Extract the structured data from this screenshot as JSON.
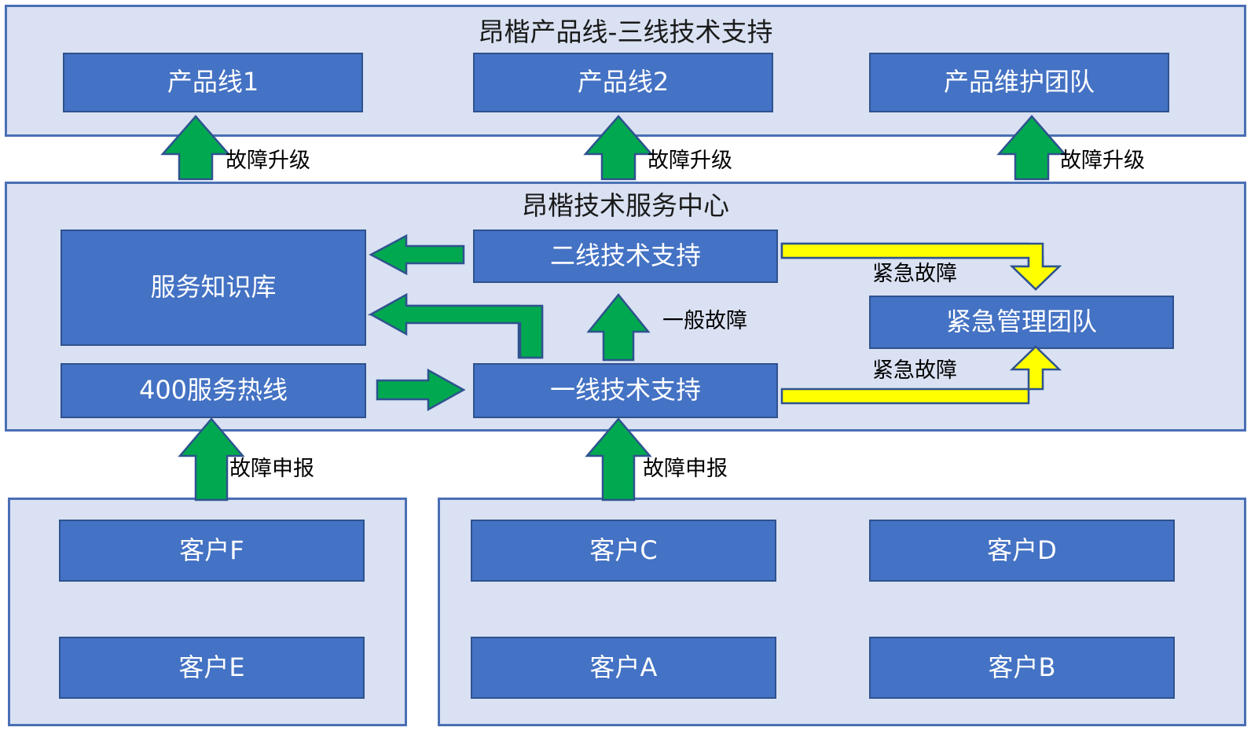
{
  "diagram": {
    "type": "org-flow-diagram",
    "background": "#FFFFFF",
    "colors": {
      "panel_fill": "#D9E1F2",
      "panel_border": "#4A6FB5",
      "node_fill": "#4472C4",
      "node_border": "#2F528F",
      "arrow_green": "#00A94F",
      "arrow_yellow": "#FFFF00",
      "node_text": "#FFFFFF",
      "label_text": "#000000"
    }
  },
  "tier3": {
    "title": "昂楷产品线-三线技术支持",
    "nodes": [
      {
        "id": "product-line-1",
        "label": "产品线1"
      },
      {
        "id": "product-line-2",
        "label": "产品线2"
      },
      {
        "id": "product-maintenance-team",
        "label": "产品维护团队"
      }
    ]
  },
  "service_center": {
    "title": "昂楷技术服务中心",
    "nodes": [
      {
        "id": "service-knowledge-base",
        "label": "服务知识库"
      },
      {
        "id": "tier2-support",
        "label": "二线技术支持"
      },
      {
        "id": "emergency-management-team",
        "label": "紧急管理团队"
      },
      {
        "id": "hotline-400",
        "label": "400服务热线"
      },
      {
        "id": "tier1-support",
        "label": "一线技术支持"
      }
    ]
  },
  "customers_left": {
    "nodes": [
      {
        "id": "customer-f",
        "label": "客户F"
      },
      {
        "id": "customer-e",
        "label": "客户E"
      }
    ]
  },
  "customers_right": {
    "nodes": [
      {
        "id": "customer-c",
        "label": "客户C"
      },
      {
        "id": "customer-d",
        "label": "客户D"
      },
      {
        "id": "customer-a",
        "label": "客户A"
      },
      {
        "id": "customer-b",
        "label": "客户B"
      }
    ]
  },
  "flows": [
    {
      "id": "escalate-1",
      "label": "故障升级",
      "color": "green",
      "from": "tier2-support",
      "to": "product-line-1"
    },
    {
      "id": "escalate-2",
      "label": "故障升级",
      "color": "green",
      "from": "tier2-support",
      "to": "product-line-2"
    },
    {
      "id": "escalate-3",
      "label": "故障升级",
      "color": "green",
      "from": "tier2-support",
      "to": "product-maintenance-team"
    },
    {
      "id": "kb-from-tier2",
      "label": "",
      "color": "green",
      "from": "tier2-support",
      "to": "service-knowledge-base"
    },
    {
      "id": "kb-from-tier1",
      "label": "",
      "color": "green",
      "from": "tier1-support",
      "to": "service-knowledge-base"
    },
    {
      "id": "hotline-to-tier1",
      "label": "",
      "color": "green",
      "from": "hotline-400",
      "to": "tier1-support"
    },
    {
      "id": "general-fault",
      "label": "一般故障",
      "color": "green",
      "from": "tier1-support",
      "to": "tier2-support"
    },
    {
      "id": "urgent-fault-tier2",
      "label": "紧急故障",
      "color": "yellow",
      "from": "tier2-support",
      "to": "emergency-management-team"
    },
    {
      "id": "urgent-fault-tier1",
      "label": "紧急故障",
      "color": "yellow",
      "from": "tier1-support",
      "to": "emergency-management-team"
    },
    {
      "id": "report-left",
      "label": "故障申报",
      "color": "green",
      "from": "customers_left",
      "to": "hotline-400"
    },
    {
      "id": "report-right",
      "label": "故障申报",
      "color": "green",
      "from": "customers_right",
      "to": "tier1-support"
    }
  ]
}
